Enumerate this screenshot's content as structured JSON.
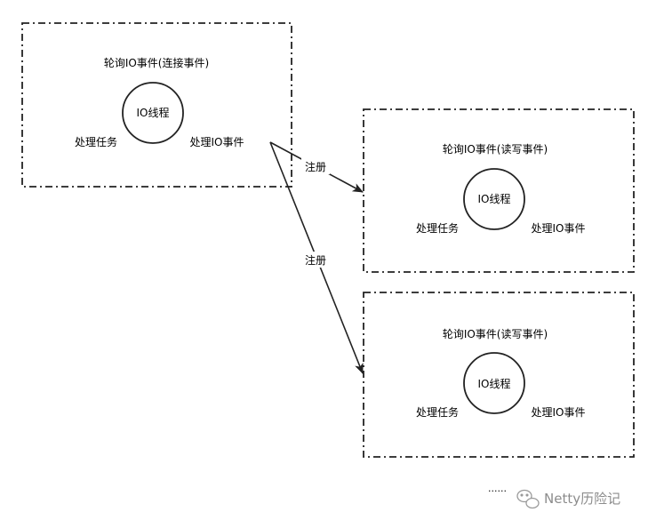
{
  "boss_group": {
    "title": "轮询IO事件(连接事件)",
    "thread": "IO线程",
    "task": "处理任务",
    "io_event": "处理IO事件"
  },
  "worker_groups": [
    {
      "title": "轮询IO事件(读写事件)",
      "thread": "IO线程",
      "task": "处理任务",
      "io_event": "处理IO事件"
    },
    {
      "title": "轮询IO事件(读写事件)",
      "thread": "IO线程",
      "task": "处理任务",
      "io_event": "处理IO事件"
    }
  ],
  "edges": [
    {
      "label": "注册",
      "from": "boss_group",
      "to": "worker_groups.0"
    },
    {
      "label": "注册",
      "from": "boss_group",
      "to": "worker_groups.1"
    }
  ],
  "ellipsis": "......",
  "watermark": {
    "text": "Netty历险记",
    "icon": "wechat-icon"
  },
  "colors": {
    "stroke": "#222222",
    "text": "#000000",
    "watermark": "#8c8c8c"
  }
}
